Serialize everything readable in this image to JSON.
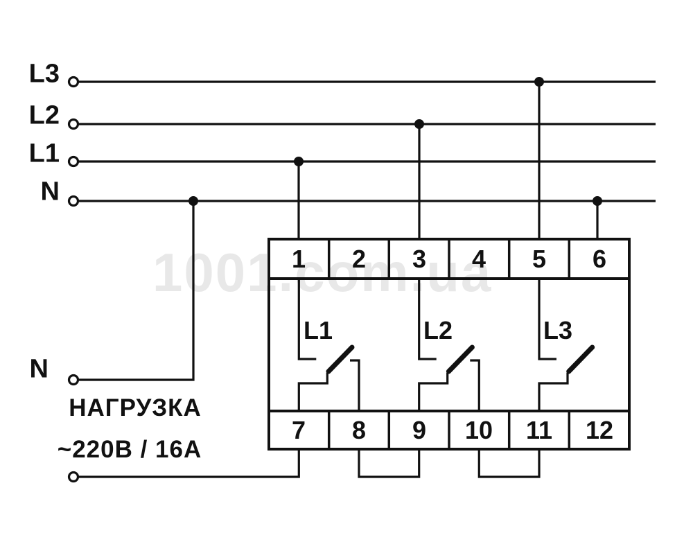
{
  "diagram": {
    "kind": "three-phase relay wiring schematic",
    "watermark": "1001.com.ua",
    "supply": {
      "lines": [
        {
          "label": "L3"
        },
        {
          "label": "L2"
        },
        {
          "label": "L1"
        },
        {
          "label": "N"
        }
      ]
    },
    "device": {
      "terminals_top": [
        "1",
        "2",
        "3",
        "4",
        "5",
        "6"
      ],
      "terminals_bottom": [
        "7",
        "8",
        "9",
        "10",
        "11",
        "12"
      ],
      "phase_contacts": [
        {
          "label": "L1"
        },
        {
          "label": "L2"
        },
        {
          "label": "L3"
        }
      ]
    },
    "load": {
      "neutral_label": "N",
      "title": "НАГРУЗКА",
      "rating": "~220В / 16А"
    },
    "colors": {
      "line": "#111111",
      "watermark": "#e8e8e8",
      "background": "#ffffff"
    }
  }
}
